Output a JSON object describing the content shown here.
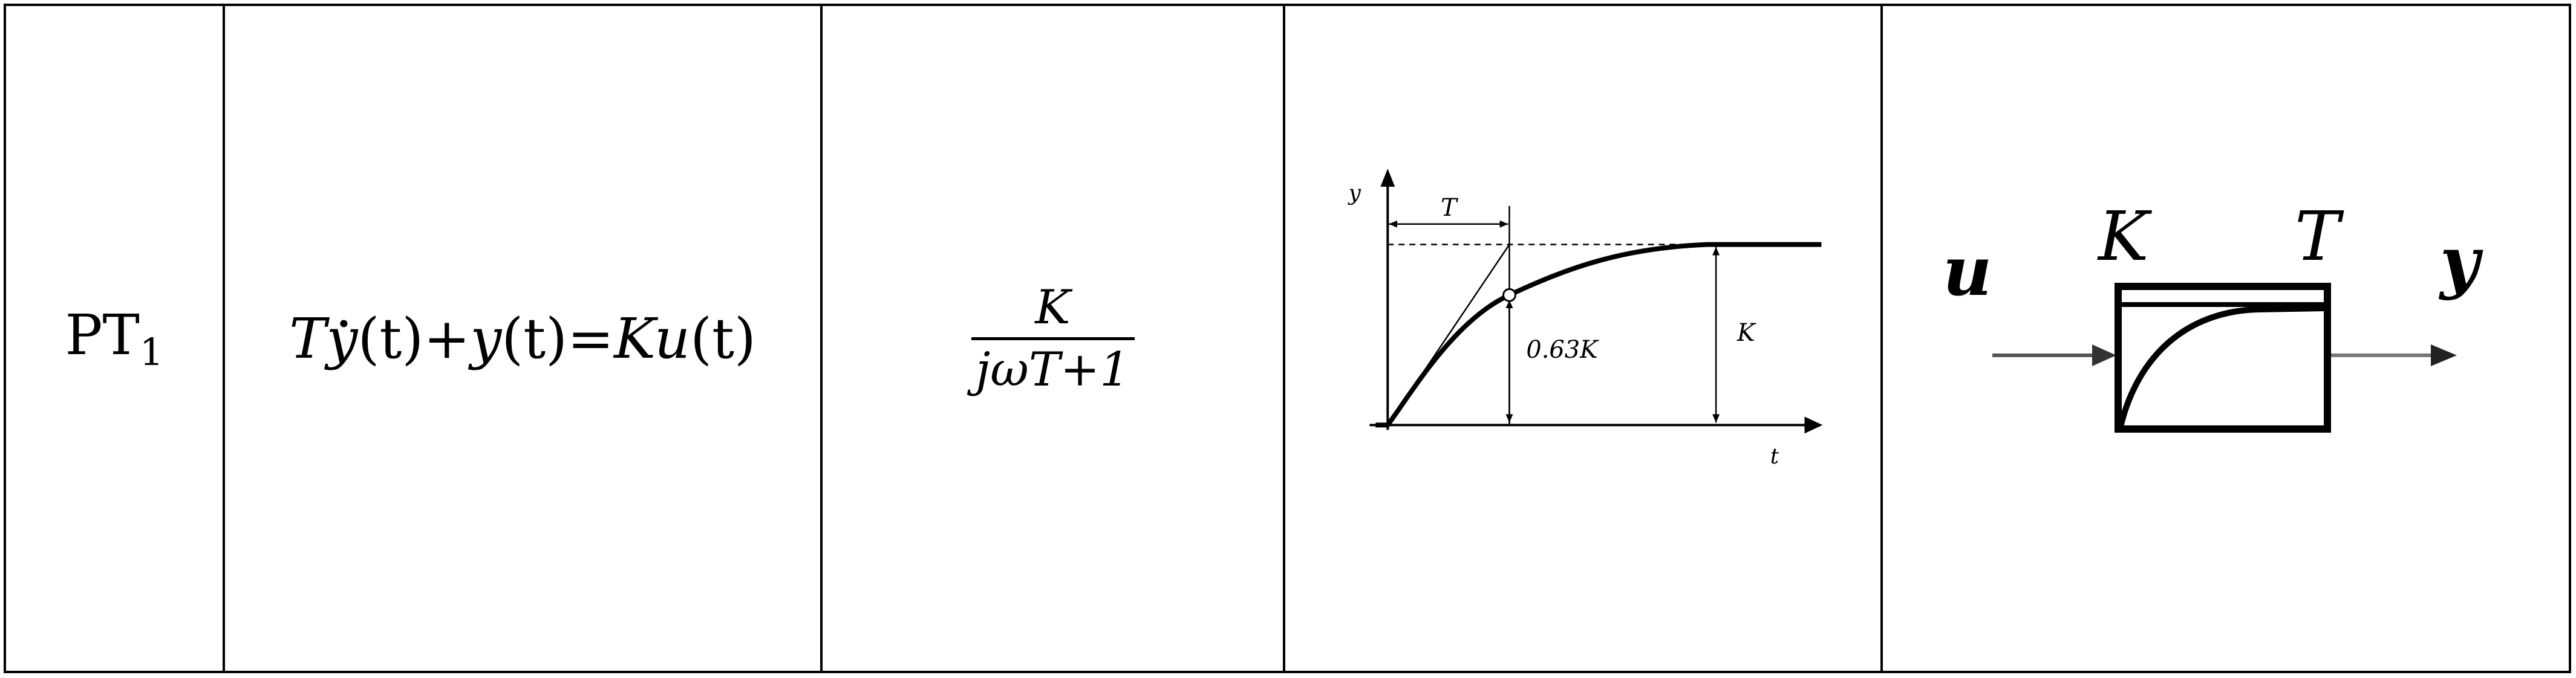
{
  "row": {
    "name": "PT",
    "name_subscript": "1",
    "ode": {
      "t1": "T",
      "ydot": "y",
      "t2": "(t)+",
      "t3": "y",
      "t4": "(t)=",
      "t5": "Ku",
      "t6": "(t)"
    },
    "frequency_response": {
      "numerator": "K",
      "denominator": "jωT+1"
    },
    "step_response": {
      "y_label": "y",
      "t_label": "t",
      "T_label": "T",
      "level_label": "0.63K",
      "K_label": "K"
    },
    "block_symbol": {
      "input_label": "u",
      "output_label": "y",
      "gain_label": "K",
      "time_constant_label": "T"
    }
  }
}
